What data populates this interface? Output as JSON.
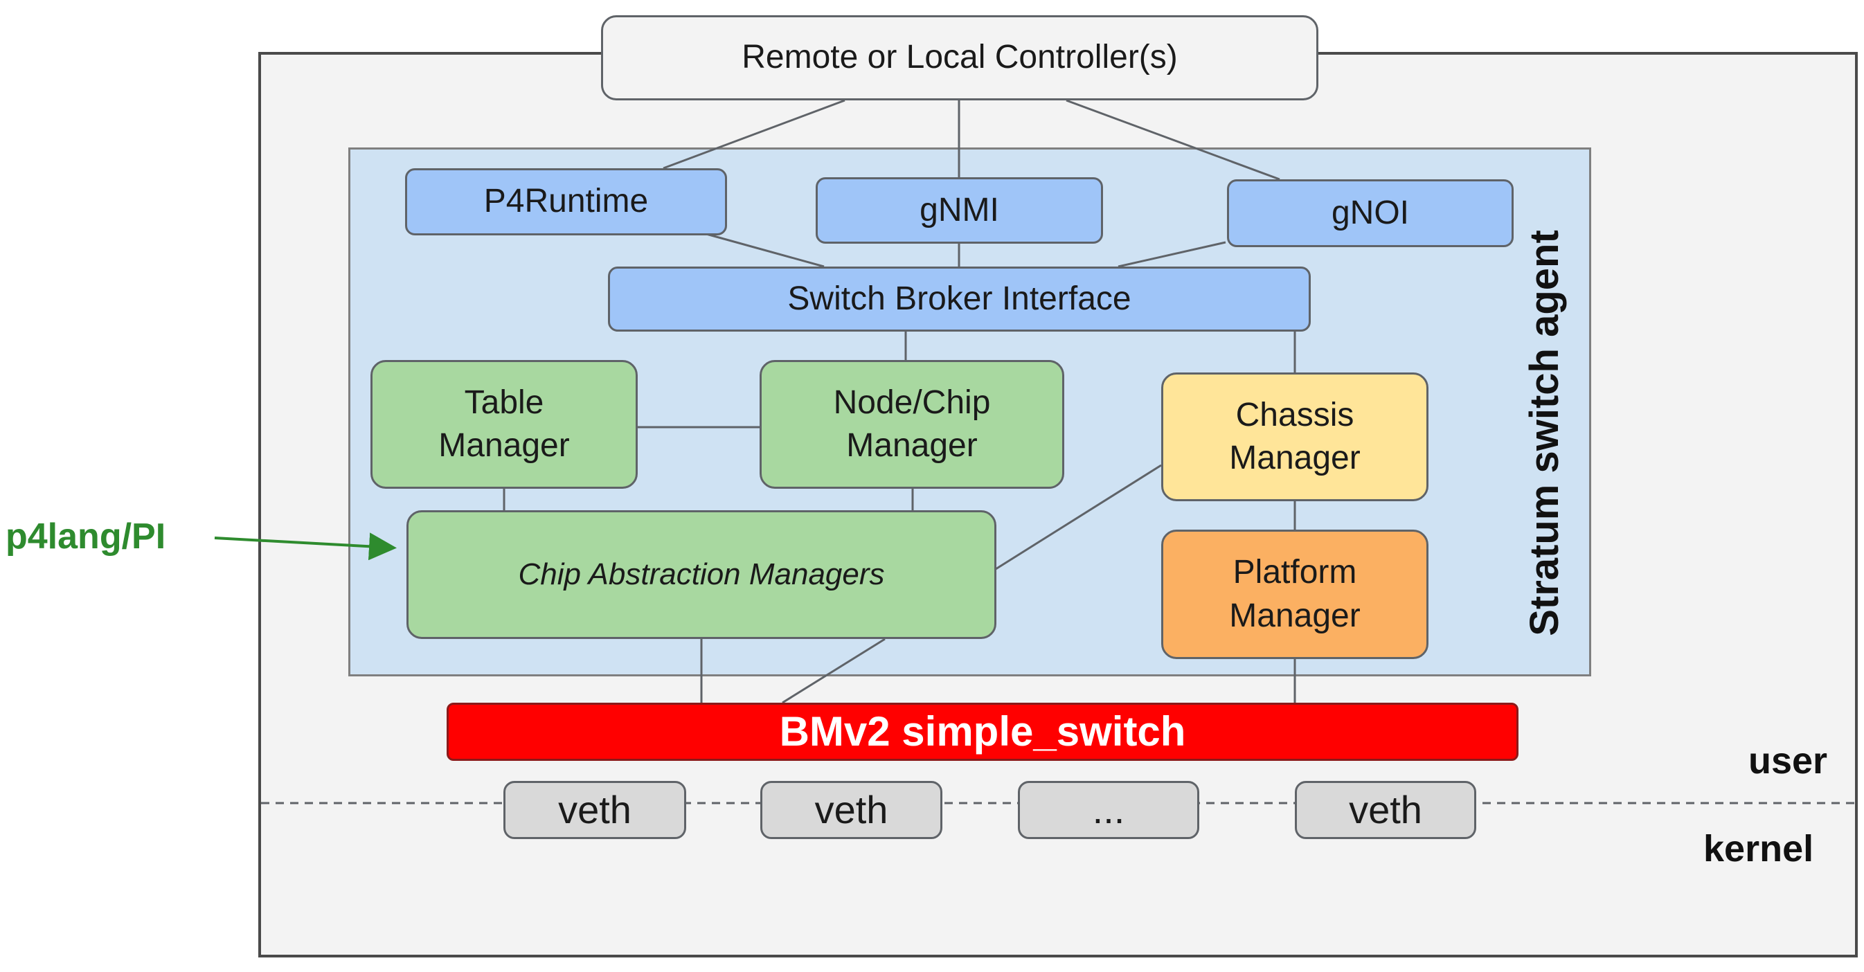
{
  "nodes": {
    "controller": "Remote or Local Controller(s)",
    "p4runtime": "P4Runtime",
    "gnmi": "gNMI",
    "gnoi": "gNOI",
    "broker": "Switch Broker Interface",
    "table_manager": "Table Manager",
    "node_chip_manager": "Node/Chip Manager",
    "chassis_manager": "Chassis Manager",
    "chip_abstraction": "Chip Abstraction Managers",
    "platform_manager": "Platform Manager",
    "bmv2": "BMv2 simple_switch",
    "veth": [
      "veth",
      "veth",
      "...",
      "veth"
    ]
  },
  "labels": {
    "agent": "Stratum switch agent",
    "user": "user",
    "kernel": "kernel",
    "p4lang": "p4lang/PI"
  },
  "colors": {
    "api_blue": "#9fc5f8",
    "manager_green": "#a8d8a0",
    "chassis_yellow": "#ffe599",
    "platform_orange": "#fbb062",
    "bmv2_red": "#ff0000",
    "agent_bg": "#cfe2f3",
    "arrow_green": "#2e8b2e"
  }
}
